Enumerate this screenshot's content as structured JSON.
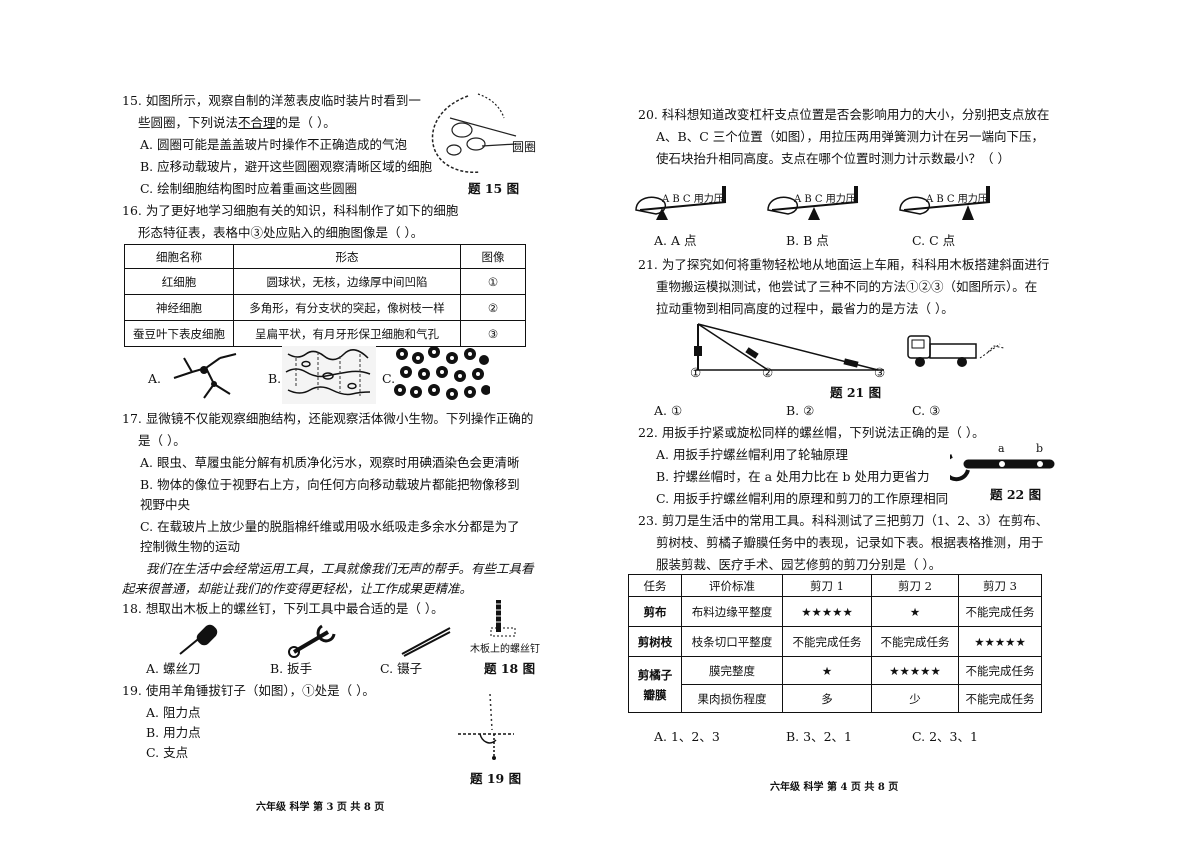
{
  "left": {
    "q15": {
      "stem1": "15. 如图所示，观察自制的洋葱表皮临时装片时看到一",
      "stem2a": "些圆圈，下列说法",
      "stem2b": "不合理",
      "stem2c": "的是（     ）。",
      "A": "A. 圆圈可能是盖盖玻片时操作不正确造成的气泡",
      "B": "B. 应移动载玻片，避开这些圆圈观察清晰区域的细胞",
      "C": "C. 绘制细胞结构图时应着重画这些圆圈",
      "fig_label": "圆圈",
      "caption": "题 15 图"
    },
    "q16": {
      "stem1": "16. 为了更好地学习细胞有关的知识，科科制作了如下的细胞",
      "stem2": "形态特征表，表格中③处应贴入的细胞图像是（     ）。",
      "headers": [
        "细胞名称",
        "形态",
        "图像"
      ],
      "rows": [
        [
          "红细胞",
          "圆球状，无核，边缘厚中间凹陷",
          "①"
        ],
        [
          "神经细胞",
          "多角形，有分支状的突起，像树枝一样",
          "②"
        ],
        [
          "蚕豆叶下表皮细胞",
          "呈扁平状，有月牙形保卫细胞和气孔",
          "③"
        ]
      ],
      "A": "A.",
      "B": "B.",
      "C": "C."
    },
    "q17": {
      "stem1": "17. 显微镜不仅能观察细胞结构，还能观察活体微小生物。下列操作正确的",
      "stem2": "是（     ）。",
      "A": "A. 眼虫、草履虫能分解有机质净化污水，观察时用碘酒染色会更清晰",
      "B1": "B. 物体的像位于视野右上方，向任何方向移动载玻片都能把物像移到",
      "B2": "视野中央",
      "C1": "C. 在载玻片上放少量的脱脂棉纤维或用吸水纸吸走多余水分都是为了",
      "C2": "控制微生物的运动"
    },
    "intro1": "我们在生活中会经常运用工具，工具就像我们无声的帮手。有些工具看",
    "intro2": "起来很普通，却能让我们的作变得更轻松，让工作成果更精准。",
    "q18": {
      "stem": "18. 想取出木板上的螺丝钉，下列工具中最合适的是（     ）。",
      "A": "A. 螺丝刀",
      "B": "B. 扳手",
      "C": "C. 镊子",
      "fig_label": "木板上的螺丝钉",
      "caption": "题 18 图"
    },
    "q19": {
      "stem": "19. 使用羊角锤拔钉子（如图），①处是（        ）。",
      "A": "A. 阻力点",
      "B": "B. 用力点",
      "C": "C. 支点",
      "caption": "题 19 图"
    },
    "footer": "六年级  科学  第 3 页  共 8 页"
  },
  "right": {
    "q20": {
      "stem1": "20. 科科想知道改变杠杆支点位置是否会影响用力的大小，分别把支点放在",
      "stem2": "A、B、C 三个位置（如图），用拉压两用弹簧测力计在另一端向下压，",
      "stem3": "使石块抬升相同高度。支点在哪个位置时测力计示数最小？（     ）",
      "fig_text": "A B C 用力压",
      "A": "A. A 点",
      "B": "B. B 点",
      "C": "C. C 点"
    },
    "q21": {
      "stem1": "21. 为了探究如何将重物轻松地从地面运上车厢，科科用木板搭建斜面进行",
      "stem2": "重物搬运模拟测试，他尝试了三种不同的方法①②③（如图所示）。在",
      "stem3": "拉动重物到相同高度的过程中，最省力的是方法（     ）。",
      "marks": [
        "①",
        "②",
        "③"
      ],
      "caption": "题 21 图",
      "A": "A. ①",
      "B": "B. ②",
      "C": "C. ③"
    },
    "q22": {
      "stem": "22. 用扳手拧紧或旋松同样的螺丝帽，下列说法正确的是（     ）。",
      "A": "A. 用扳手拧螺丝帽利用了轮轴原理",
      "B": "B. 拧螺丝帽时，在 a 处用力比在 b 处用力更省力",
      "C": "C. 用扳手拧螺丝帽利用的原理和剪刀的工作原理相同",
      "fig_a": "a",
      "fig_b": "b",
      "caption": "题 22 图"
    },
    "q23": {
      "stem1": "23. 剪刀是生活中的常用工具。科科测试了三把剪刀（1、2、3）在剪布、",
      "stem2": "剪树枝、剪橘子瓣膜任务中的表现，记录如下表。根据表格推测，用于",
      "stem3": "服装剪裁、医疗手术、园艺修剪的剪刀分别是（     ）。",
      "headers": [
        "任务",
        "评价标准",
        "剪刀 1",
        "剪刀 2",
        "剪刀 3"
      ],
      "task1": "剪布",
      "task2": "剪树枝",
      "task3a": "剪橘子",
      "task3b": "瓣膜",
      "r1": [
        "布料边缘平整度",
        "★★★★★",
        "★",
        "不能完成任务"
      ],
      "r2": [
        "枝条切口平整度",
        "不能完成任务",
        "不能完成任务",
        "★★★★★"
      ],
      "r3": [
        "膜完整度",
        "★",
        "★★★★★",
        "不能完成任务"
      ],
      "r4": [
        "果肉损伤程度",
        "多",
        "少",
        "不能完成任务"
      ],
      "A": "A. 1、2、3",
      "B": "B. 3、2、1",
      "C": "C. 2、3、1"
    },
    "footer": "六年级  科学  第 4 页  共 8 页"
  }
}
